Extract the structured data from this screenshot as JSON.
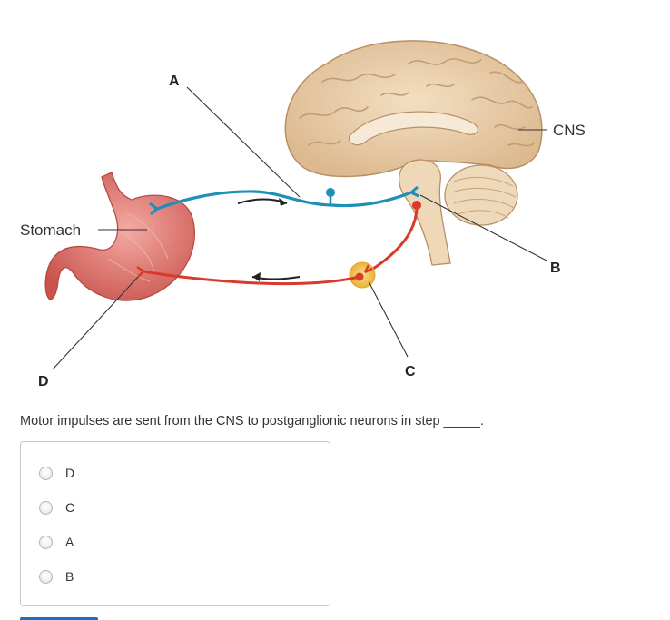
{
  "figure": {
    "labels": {
      "a": "A",
      "b": "B",
      "c": "C",
      "d": "D",
      "stomach": "Stomach",
      "cns": "CNS"
    },
    "colors": {
      "sensory_neuron": "#1e8fb8",
      "motor_neuron": "#d93a2b",
      "ganglion": "#f2c24a",
      "brain": "#ecd2b0",
      "stomach": "#e47a73"
    }
  },
  "question": {
    "text": "Motor impulses are sent from the CNS to postganglionic neurons in step _____."
  },
  "options": [
    {
      "label": "D",
      "selected": false
    },
    {
      "label": "C",
      "selected": false
    },
    {
      "label": "A",
      "selected": false
    },
    {
      "label": "B",
      "selected": false
    }
  ]
}
